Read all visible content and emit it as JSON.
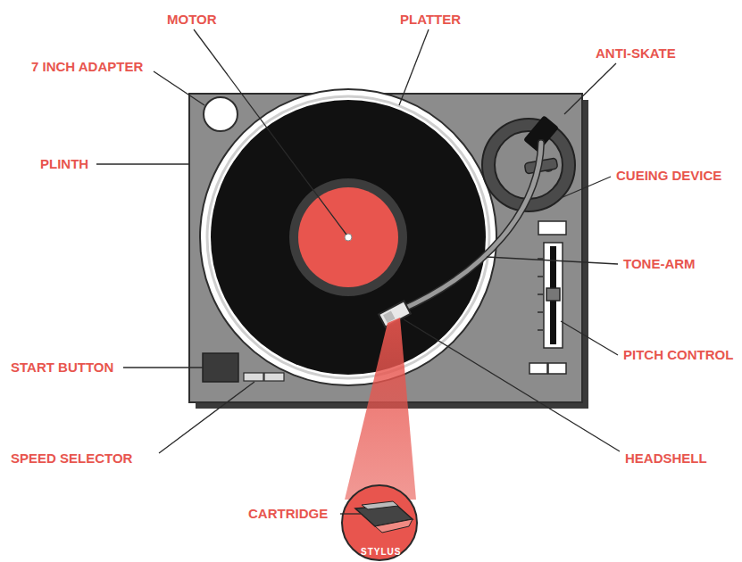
{
  "diagram": {
    "labels": [
      "MOTOR",
      "PLATTER",
      "ANTI-SKATE",
      "7 INCH ADAPTER",
      "PLINTH",
      "CUEING DEVICE",
      "TONE-ARM",
      "PITCH CONTROL",
      "START BUTTON",
      "SPEED SELECTOR",
      "HEADSHELL",
      "CARTRIDGE",
      "STYLUS"
    ]
  }
}
